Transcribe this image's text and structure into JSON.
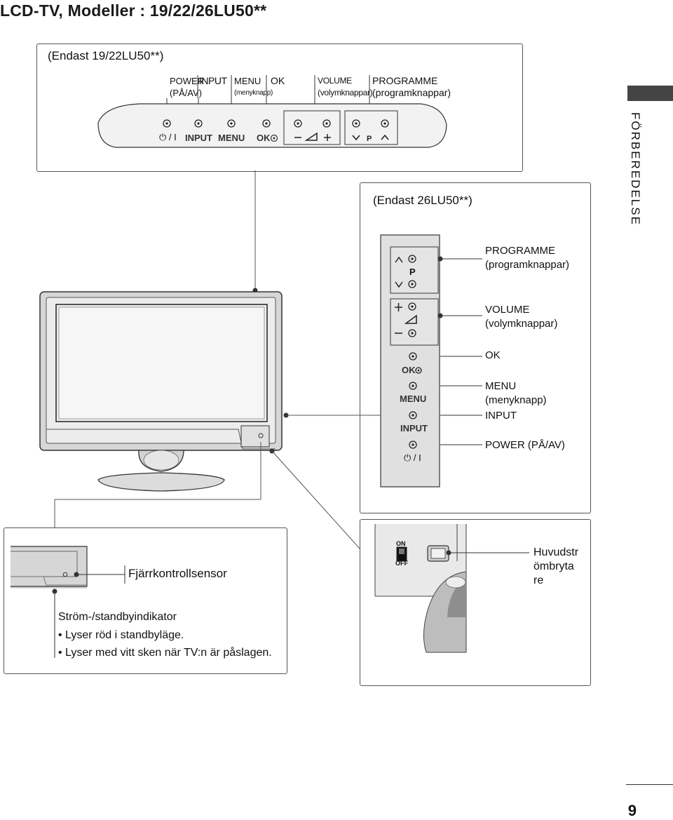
{
  "page_title": "LCD-TV, Modeller : 19/22/26LU50**",
  "section_tab": "FÖRBEREDELSE",
  "page_number": "9",
  "panel_small": {
    "heading": "(Endast 19/22LU50**)",
    "callouts": {
      "power": "POWER",
      "power_sub": "(PÅ/AV)",
      "input": "INPUT",
      "menu": "MENU",
      "menu_sub": "(menyknapp)",
      "ok": "OK",
      "volume": "VOLUME",
      "volume_sub": "(volymknappar)",
      "programme": "PROGRAMME",
      "programme_sub": "(programknappar)"
    },
    "button_labels": {
      "power": "⏻ / I",
      "input": "INPUT",
      "menu": "MENU",
      "ok": "OK"
    }
  },
  "panel_large": {
    "heading": "(Endast 26LU50**)",
    "callouts": {
      "programme": "PROGRAMME",
      "programme_sub": "(programknappar)",
      "volume": "VOLUME",
      "volume_sub": "(volymknappar)",
      "ok": "OK",
      "menu": "MENU",
      "menu_sub": "(menyknapp)",
      "input": "INPUT",
      "power": "POWER (PÅ/AV)"
    },
    "strip_labels": {
      "p": "P",
      "ok": "OK",
      "menu": "MENU",
      "input": "INPUT",
      "power": "⏻ / I"
    }
  },
  "sensor_box": {
    "remote_sensor": "Fjärrkontrollsensor",
    "indicator_title": "Ström-/standbyindikator",
    "bullets": [
      "Lyser röd i standbyläge.",
      "Lyser med vitt sken när TV:n är påslagen."
    ]
  },
  "switch_box": {
    "on": "ON",
    "off": "OFF",
    "label_lines": [
      "Huvudstr",
      "ömbryta",
      "re"
    ]
  }
}
